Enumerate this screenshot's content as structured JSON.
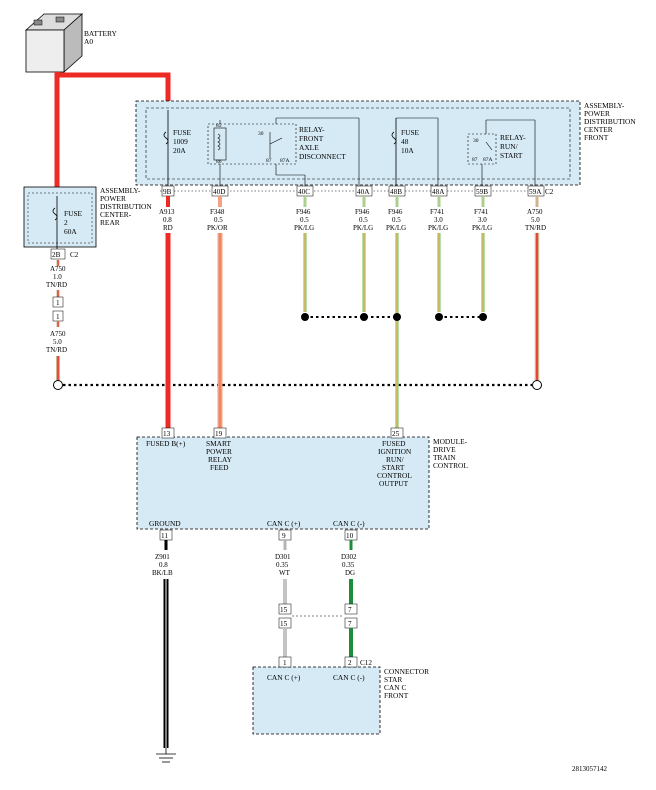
{
  "battery": {
    "name": "BATTERY",
    "id": "A0"
  },
  "pdc_front": {
    "title": [
      "ASSEMBLY-",
      "POWER",
      "DISTRIBUTION",
      "CENTER",
      "FRONT"
    ]
  },
  "pdc_rear": {
    "title": [
      "ASSEMBLY-",
      "POWER",
      "DISTRIBUTION",
      "CENTER-",
      "REAR"
    ]
  },
  "fuse_2": [
    "FUSE",
    "2",
    "60A"
  ],
  "fuse_1009": [
    "FUSE",
    "1009",
    "20A"
  ],
  "fuse_48": [
    "FUSE",
    "48",
    "10A"
  ],
  "relay_front_axle": [
    "RELAY-",
    "FRONT",
    "AXLE",
    "DISCONNECT"
  ],
  "relay_run_start": [
    "RELAY-",
    "RUN/",
    "START"
  ],
  "relay_pins": {
    "p30": "30",
    "p85": "85",
    "p86": "86",
    "p87": "87",
    "p87a": "87A"
  },
  "pdc_rear_pin": "2B",
  "pdc_rear_connector": "C2",
  "pdc_front_pins": [
    "9B",
    "40D",
    "40C",
    "40A",
    "48B",
    "48A",
    "59B",
    "59A"
  ],
  "pdc_front_connector": "C2",
  "wires_top": [
    [
      "A913",
      "0.8",
      "RD"
    ],
    [
      "F348",
      "0.5",
      "PK/OR"
    ],
    [
      "F946",
      "0.5",
      "PK/LG"
    ],
    [
      "F946",
      "0.5",
      "PK/LG"
    ],
    [
      "F946",
      "0.5",
      "PK/LG"
    ],
    [
      "F741",
      "3.0",
      "PK/LG"
    ],
    [
      "F741",
      "3.0",
      "PK/LG"
    ],
    [
      "A750",
      "5.0",
      "TN/RD"
    ]
  ],
  "wire_a750_rear": [
    "A750",
    "1.0",
    "TN/RD"
  ],
  "wire_a750_rear_2": [
    "A750",
    "5.0",
    "TN/RD"
  ],
  "inline_pins": {
    "a750_top": "1",
    "a750_bottom": "1",
    "can_h_top": "15",
    "can_h_bottom": "15",
    "can_l_top": "7",
    "can_l_bottom": "7"
  },
  "module": {
    "title": [
      "MODULE-",
      "DRIVE",
      "TRAIN",
      "CONTROL"
    ],
    "pins_top": [
      "13",
      "19",
      "25"
    ],
    "labels_top": [
      [
        "FUSED B(+)"
      ],
      [
        "SMART",
        "POWER",
        "RELAY",
        "FEED"
      ],
      [
        "FUSED",
        "IGNITION",
        "RUN/",
        "START",
        "CONTROL",
        "OUTPUT"
      ]
    ],
    "labels_bottom": [
      "GROUND",
      "CAN C (+)",
      "CAN C (-)"
    ],
    "pins_bottom": [
      "11",
      "9",
      "10"
    ]
  },
  "wires_bottom": [
    [
      "Z901",
      "0.8",
      "BK/LB"
    ],
    [
      "D301",
      "0.35",
      "WT"
    ],
    [
      "D302",
      "0.35",
      "DG"
    ]
  ],
  "star": {
    "title": [
      "CONNECTOR",
      "STAR",
      "CAN C",
      "FRONT"
    ],
    "labels": [
      "CAN C (+)",
      "CAN C (-)"
    ],
    "pins": [
      "1",
      "2"
    ],
    "connector": "C12"
  },
  "code": "2813057142",
  "colors": {
    "box_fill": "#d6eaf6",
    "red": "#ee2a24",
    "pink": "#f4a083",
    "green": "#1e8c3a",
    "lightgreen": "#a9d08e",
    "tan": "#d2b48c",
    "gray": "#b5b5b5",
    "black": "#000000"
  }
}
